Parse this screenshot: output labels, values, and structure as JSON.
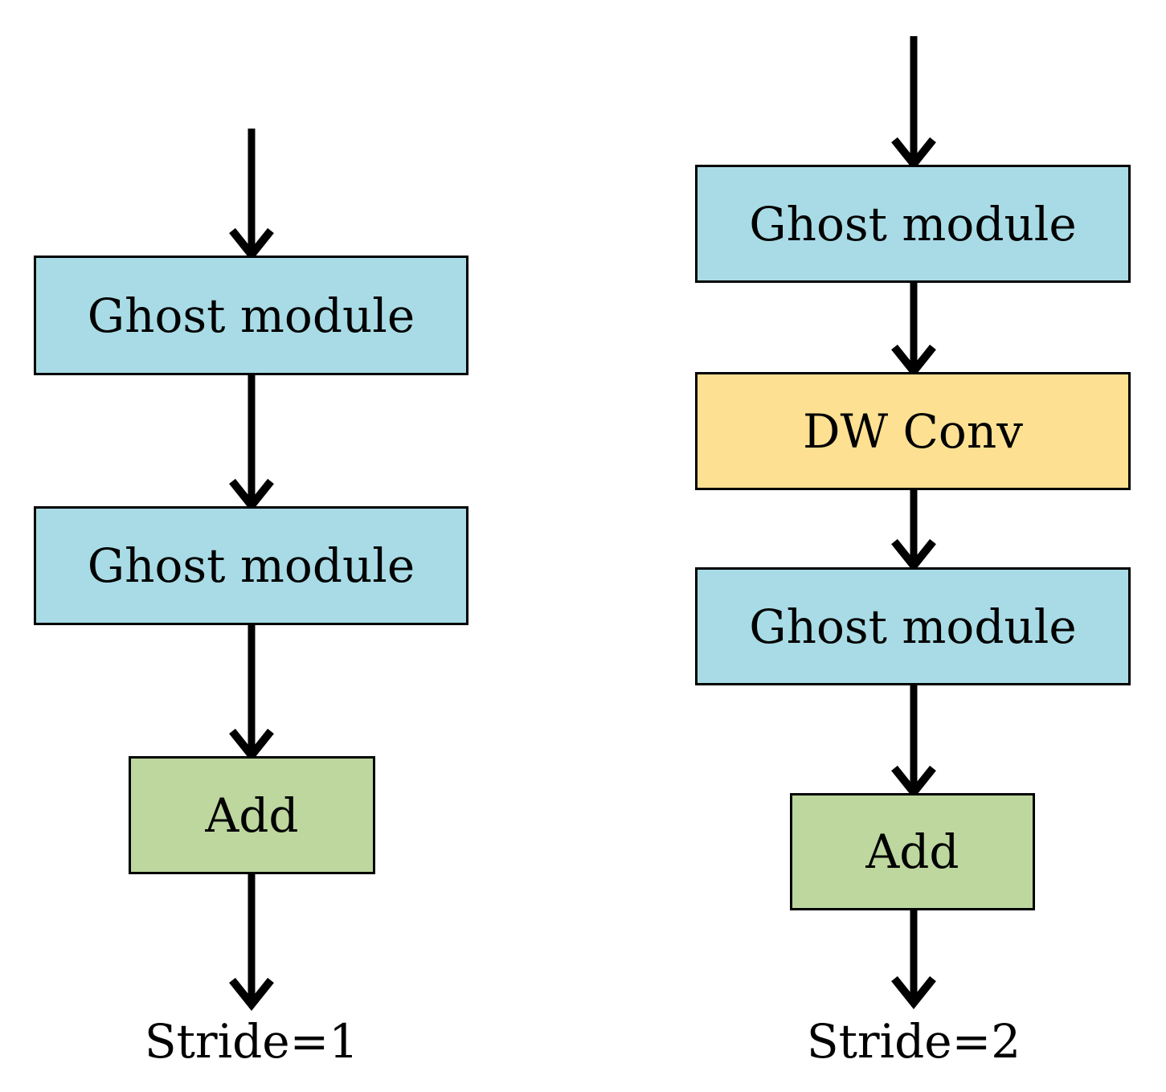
{
  "colors": {
    "background": "#FFFFFF",
    "ghost_module_fill": "#A8DBE5",
    "dw_conv_fill": "#FDE092",
    "add_fill": "#BDD79E",
    "border": "#000000",
    "arrow": "#000000",
    "text": "#000000"
  },
  "diagram": {
    "left_branch": {
      "caption": "Stride=1",
      "nodes": [
        {
          "id": "ghost-module-1",
          "label": "Ghost module"
        },
        {
          "id": "ghost-module-2",
          "label": "Ghost module"
        },
        {
          "id": "add",
          "label": "Add"
        }
      ]
    },
    "right_branch": {
      "caption": "Stride=2",
      "nodes": [
        {
          "id": "ghost-module-1",
          "label": "Ghost module"
        },
        {
          "id": "dw-conv",
          "label": "DW Conv"
        },
        {
          "id": "ghost-module-2",
          "label": "Ghost module"
        },
        {
          "id": "add",
          "label": "Add"
        }
      ]
    }
  }
}
